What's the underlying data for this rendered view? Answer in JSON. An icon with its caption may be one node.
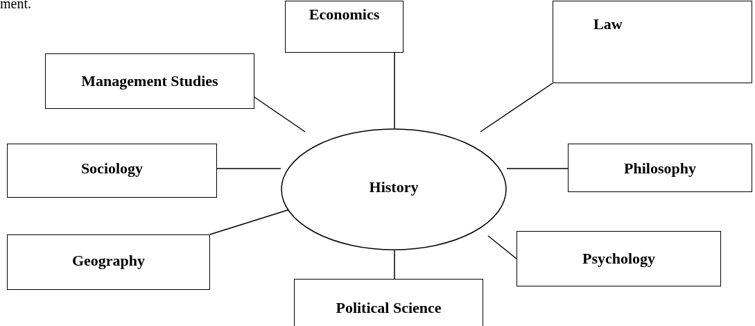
{
  "diagram": {
    "nodes": [
      {
        "text": [
          "Economics"
        ]
      },
      {
        "text": [
          "Law"
        ]
      },
      {
        "text": [
          "Management Studies"
        ]
      },
      {
        "text": [
          "Sociology"
        ]
      },
      {
        "text": [
          "History"
        ]
      },
      {
        "text": [
          "Philosophy"
        ]
      },
      {
        "text": [
          "Geography"
        ]
      },
      {
        "text": [
          "Psychology"
        ]
      },
      {
        "text": [
          "Political Science"
        ]
      }
    ],
    "edges": [
      {
        "from": 4,
        "to": 0,
        "arrow": "none"
      },
      {
        "from": 4,
        "to": 1,
        "arrow": "none"
      },
      {
        "from": 4,
        "to": 2,
        "arrow": "none"
      },
      {
        "from": 4,
        "to": 3,
        "arrow": "none"
      },
      {
        "from": 4,
        "to": 5,
        "arrow": "none"
      },
      {
        "from": 4,
        "to": 6,
        "arrow": "none"
      },
      {
        "from": 4,
        "to": 7,
        "arrow": "none"
      },
      {
        "from": 4,
        "to": 8,
        "arrow": "none"
      }
    ],
    "labels": [
      "ment."
    ]
  }
}
